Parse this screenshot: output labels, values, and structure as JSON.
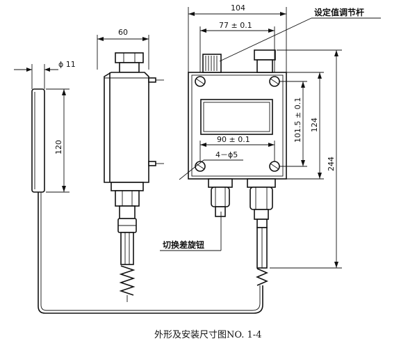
{
  "dimensions": {
    "phi11": "ϕ 11",
    "w60": "60",
    "h120": "120",
    "w104": "104",
    "w77": "77 ± 0.1",
    "h101": "101.5 ± 0.1",
    "h124": "124",
    "h244": "244",
    "w90": "90 ± 0.1",
    "holes": "4－ϕ5"
  },
  "labels": {
    "adjust_rod": "设定值调节杆",
    "switch_knob": "切换差旋钮"
  },
  "caption": "外形及安装尺寸图NO. 1-4"
}
